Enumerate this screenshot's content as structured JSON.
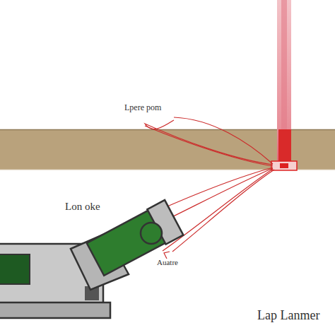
{
  "diagram": {
    "labels": [
      "Lpere pom",
      "Lon oke",
      "Auatre",
      "Lap Lanmer"
    ]
  }
}
